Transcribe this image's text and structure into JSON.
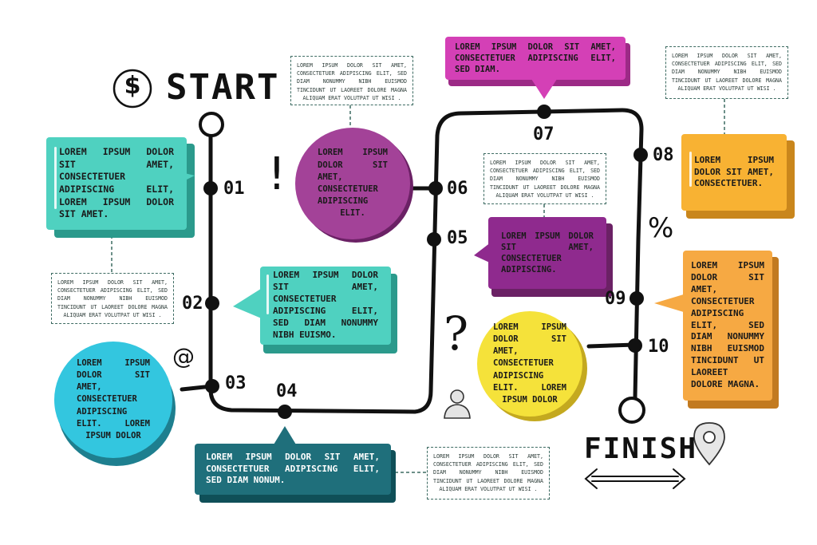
{
  "header": {
    "start": "START",
    "finish": "FINISH"
  },
  "steps": [
    {
      "id": "01",
      "text": "LOREM IPSUM DOLOR SIT AMET, CONSECTETUER ADIPISCING ELIT, LOREM IPSUM DOLOR SIT AMET."
    },
    {
      "id": "02",
      "text": "LOREM IPSUM DOLOR SIT AMET, CONSECTETUER ADIPISCING ELIT, SED DIAM NONUMMY NIBH EUISMO."
    },
    {
      "id": "03",
      "text": "LOREM IPSUM DOLOR SIT AMET, CONSECTETUER ADIPISCING ELIT. LOREM IPSUM DOLOR"
    },
    {
      "id": "04",
      "text": "LOREM IPSUM DOLOR SIT AMET, CONSECTETUER ADIPISCING ELIT, SED DIAM NONUM."
    },
    {
      "id": "05",
      "text": "LOREM IPSUM DOLOR SIT AMET, CONSECTETUER ADIPISCING."
    },
    {
      "id": "06",
      "text": "LOREM IPSUM DOLOR SIT AMET, CONSECTETUER ADIPISCING ELIT."
    },
    {
      "id": "07",
      "text": "LOREM IPSUM DOLOR SIT AMET, CONSECTETUER ADIPISCING ELIT, SED DIAM."
    },
    {
      "id": "08",
      "text": "LOREM IPSUM DOLOR SIT AMET, CONSECTETUER."
    },
    {
      "id": "09",
      "text": "LOREM IPSUM DOLOR SIT AMET, CONSECTETUER ADIPISCING ELIT, SED DIAM NONUMMY NIBH EUISMOD TINCIDUNT UT LAOREET DOLORE MAGNA."
    },
    {
      "id": "10",
      "text": "LOREM IPSUM DOLOR SIT AMET, CONSECTETUER ADIPISCING ELIT. LOREM IPSUM DOLOR"
    }
  ],
  "notes": {
    "note_text": "LOREM IPSUM DOLOR SIT AMET, CONSECTETUER ADIPISCING ELIT, SED DIAM NONUMMY NIBH EUISMOD TINCIDUNT UT LAOREET DOLORE MAGNA ALIQUAM ERAT VOLUTPAT UT WISI ."
  },
  "icons": {
    "dollar": "$",
    "at": "@",
    "exclaim": "!",
    "question": "?",
    "percent": "%"
  },
  "colors": {
    "teal": "#4fd1c0",
    "teal_dark": "#2b9a8c",
    "cyan": "#33c6df",
    "cyan_dark": "#1e7f8f",
    "petrol": "#1f6f7b",
    "petrol_dark": "#0f4f58",
    "magenta": "#d440b6",
    "magenta_dark": "#9c2a86",
    "violet": "#a34298",
    "violet_dark": "#6b2165",
    "purple": "#8f2a8e",
    "yellow": "#f5e23a",
    "yellow_dark": "#c4a91f",
    "orange": "#f8b233",
    "orange_dark": "#c9861c",
    "amber": "#f6a943",
    "amber_dark": "#c27a20",
    "note_border": "#3d6b62",
    "line": "#111111"
  }
}
